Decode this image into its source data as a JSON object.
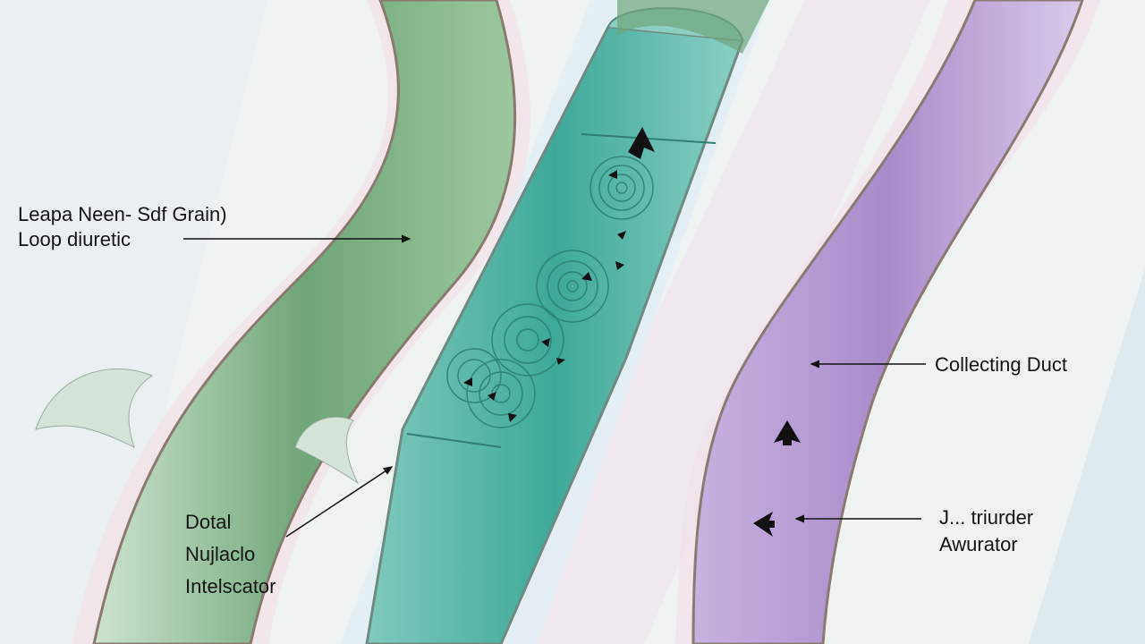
{
  "labels": {
    "loop_line1": "Leapa Neen- Sdf Grain)",
    "loop_line2": "Loop diuretic",
    "collecting": "Collecting Duct",
    "distal_line1": "Dotal",
    "distal_line2": "Nujlaclo",
    "distal_line3": "Intelscator",
    "right_line1": "J... triurder",
    "right_line2": "Awurator"
  },
  "colors": {
    "green_tube": "#6fa67a",
    "teal_tube": "#4fb3a4",
    "purple_tube": "#a98bcb",
    "background": "#eef3f2"
  }
}
